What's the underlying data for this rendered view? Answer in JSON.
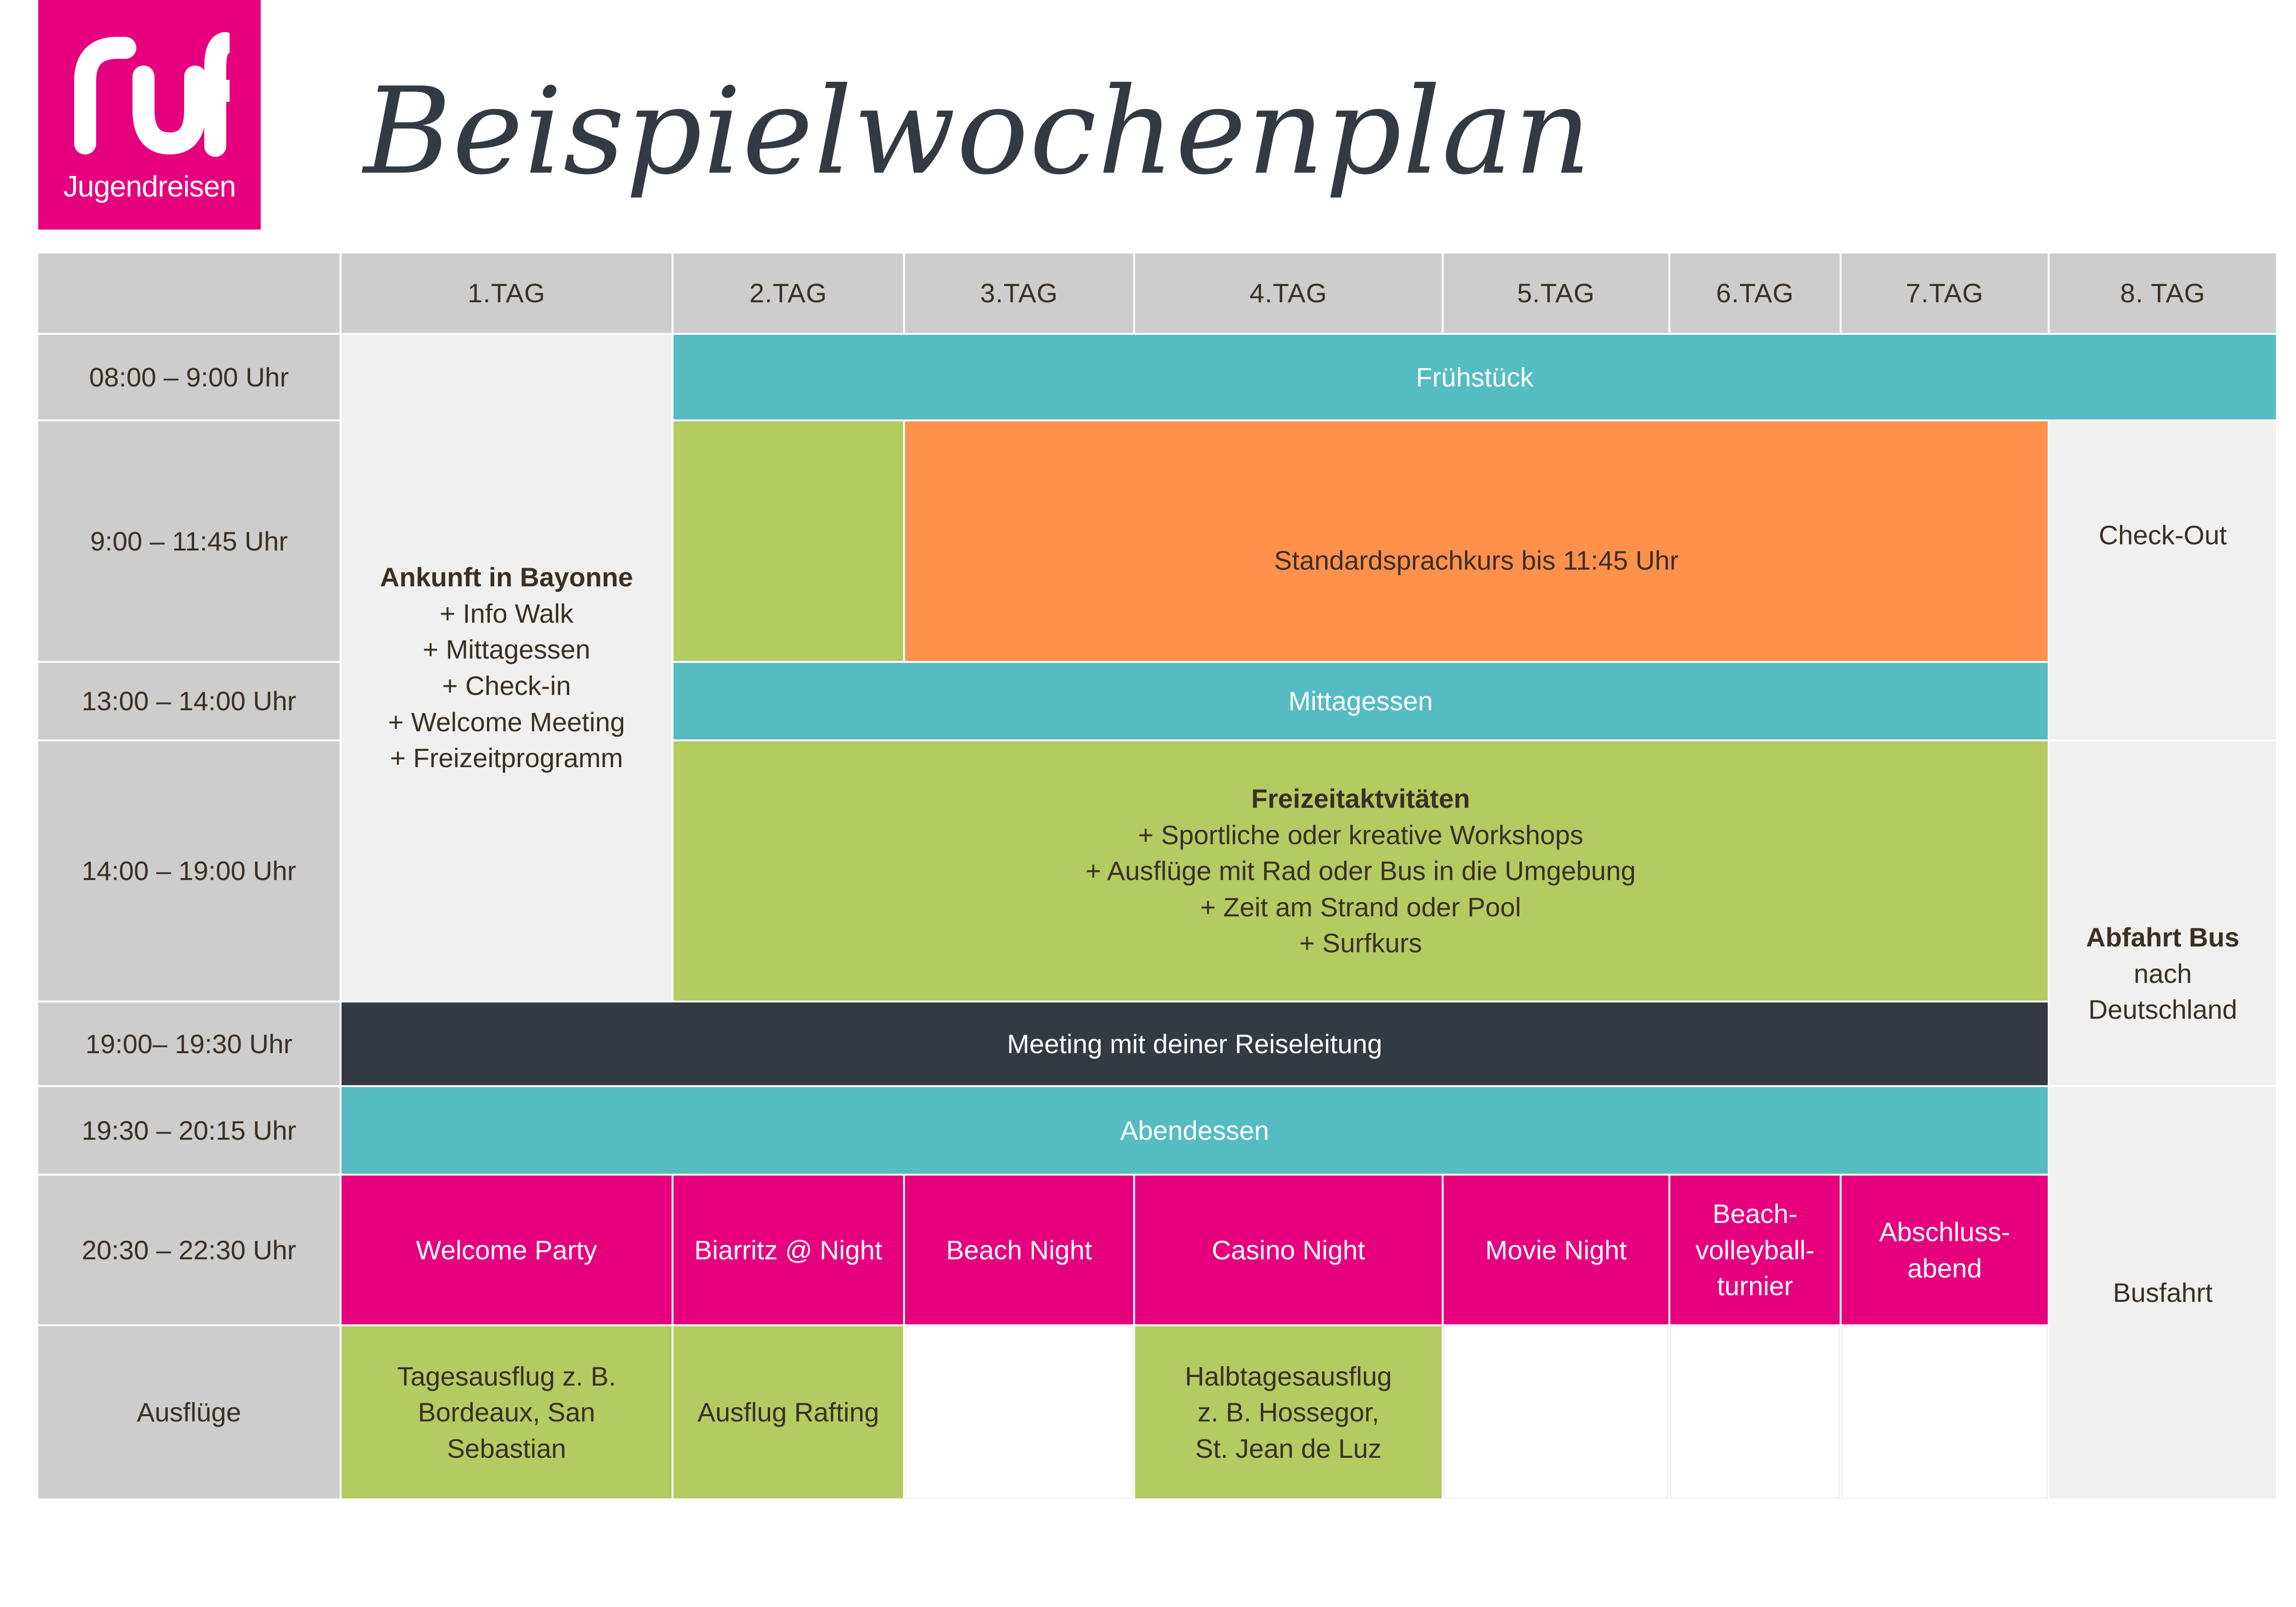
{
  "logo": {
    "text": "Jugendreisen",
    "mark": "ruf"
  },
  "title": "Beispielwochenplan",
  "days": [
    "1.TAG",
    "2.TAG",
    "3.TAG",
    "4.TAG",
    "5.TAG",
    "6.TAG",
    "7.TAG",
    "8. TAG"
  ],
  "times": {
    "t1": "08:00 – 9:00 Uhr",
    "t2": "9:00 – 11:45 Uhr",
    "t3": "13:00 – 14:00 Uhr",
    "t4": "14:00 – 19:00 Uhr",
    "t5": "19:00– 19:30 Uhr",
    "t6": "19:30 – 20:15 Uhr",
    "t7": "20:30 – 22:30 Uhr",
    "t8": "Ausflüge"
  },
  "day1": {
    "heading": "Ankunft in Bayonne",
    "items": [
      "+ Info Walk",
      "+ Mittagessen",
      "+ Check-in",
      "+ Welcome Meeting",
      "+ Freizeitprogramm"
    ]
  },
  "fruehstueck": "Frühstück",
  "sprachkurs": "Standardsprachkurs bis 11:45 Uhr",
  "checkout": "Check-Out",
  "mittagessen": "Mittagessen",
  "freizeit": {
    "heading": "Freizeitaktvitäten",
    "items": [
      "+ Sportliche oder kreative Workshops",
      "+ Ausflüge mit Rad oder Bus in die Umgebung",
      "+ Zeit am Strand oder Pool",
      "+ Surfkurs"
    ]
  },
  "abfahrt": {
    "heading": "Abfahrt Bus",
    "line1": "nach",
    "line2": "Deutschland"
  },
  "meeting": "Meeting mit deiner Reiseleitung",
  "abendessen": "Abendessen",
  "busfahrt": "Busfahrt",
  "evening": {
    "d1": "Welcome Party",
    "d2": "Biarritz @ Night",
    "d3": "Beach Night",
    "d4": "Casino Night",
    "d5": "Movie Night",
    "d6": [
      "Beach-",
      "volleyball-",
      "turnier"
    ],
    "d7": [
      "Abschluss-",
      "abend"
    ]
  },
  "excursions": {
    "d1": [
      "Tagesausflug z. B.",
      "Bordeaux, San",
      "Sebastian"
    ],
    "d2": "Ausflug Rafting",
    "d4": [
      "Halbtagesausflug",
      "z. B. Hossegor,",
      "St. Jean de Luz"
    ]
  },
  "colors": {
    "brand_pink": "#e6007e",
    "teal": "#55bcc2",
    "green": "#b4cb62",
    "orange": "#ff914d",
    "dark": "#343a42",
    "header_gray": "#cdcdcd",
    "light_gray": "#f0f0f0"
  }
}
